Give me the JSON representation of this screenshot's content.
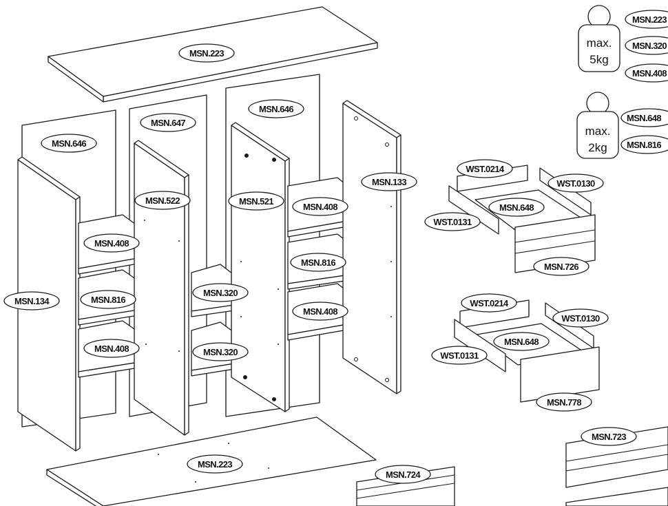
{
  "weight_limits": [
    {
      "line1": "max.",
      "line2": "5kg",
      "parts": [
        "MSN.223",
        "MSN.320",
        "MSN.408"
      ]
    },
    {
      "line1": "max.",
      "line2": "2kg",
      "parts": [
        "MSN.648",
        "MSN.816"
      ]
    }
  ],
  "labels": {
    "top_panel": "MSN.223",
    "back_left": "MSN.646",
    "back_mid": "MSN.647",
    "back_right": "MSN.646",
    "side_left": "MSN.134",
    "divider_left": "MSN.522",
    "divider_mid": "MSN.521",
    "side_right": "MSN.133",
    "shelf_l1": "MSN.408",
    "shelf_l2": "MSN.816",
    "shelf_l3": "MSN.408",
    "shelf_m1": "MSN.320",
    "shelf_m2": "MSN.320",
    "shelf_r1": "MSN.408",
    "shelf_r2": "MSN.816",
    "shelf_r3": "MSN.408",
    "bottom_panel": "MSN.223",
    "plinth_front": "MSN.724",
    "plinth_right": "MSN.723",
    "drawer1_back": "WST.0214",
    "drawer1_side_r": "WST.0130",
    "drawer1_side_l": "WST.0131",
    "drawer1_bottom": "MSN.648",
    "drawer1_front": "MSN.726",
    "drawer2_back": "WST.0214",
    "drawer2_side_r": "WST.0130",
    "drawer2_side_l": "WST.0131",
    "drawer2_bottom": "MSN.648",
    "drawer2_front": "MSN.778"
  }
}
